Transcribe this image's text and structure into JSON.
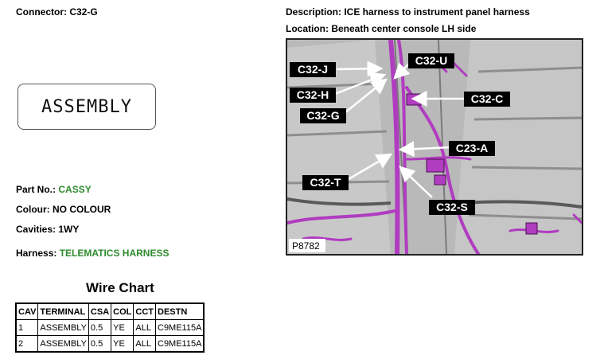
{
  "header": {
    "connector_label": "Connector: C32-G",
    "description_label": "Description: ICE harness to instrument panel harness",
    "location_label": "Location: Beneath center console LH side"
  },
  "connector_face": {
    "text": "ASSEMBLY"
  },
  "details": {
    "part_no_label": "Part No.:",
    "part_no_value": "CASSY",
    "colour_label": "Colour: NO COLOUR",
    "cavities_label": "Cavities: 1WY",
    "harness_label": "Harness:",
    "harness_value": "TELEMATICS HARNESS"
  },
  "wire_chart": {
    "title": "Wire Chart",
    "headers": [
      "CAV",
      "TERMINAL",
      "CSA",
      "COL",
      "CCT",
      "DESTN"
    ],
    "rows": [
      [
        "1",
        "ASSEMBLY",
        "0.5",
        "YE",
        "ALL",
        "C9ME115A"
      ],
      [
        "2",
        "ASSEMBLY",
        "0.5",
        "YE",
        "ALL",
        "C9ME115A"
      ]
    ]
  },
  "figure": {
    "id": "P8782",
    "callouts": [
      "C32-J",
      "C32-U",
      "C32-H",
      "C32-C",
      "C32-G",
      "C23-A",
      "C32-T",
      "C32-S"
    ],
    "colors": {
      "harness": "#b03cc0",
      "background": "#b9b9b9",
      "callout_bg": "#000000"
    }
  }
}
